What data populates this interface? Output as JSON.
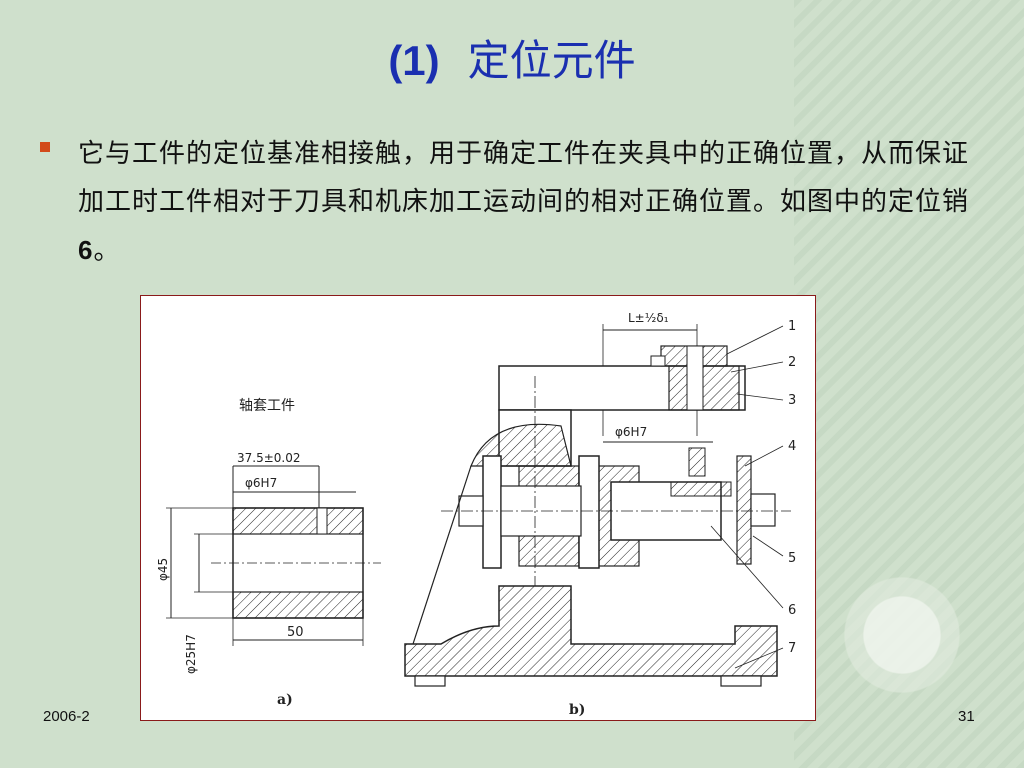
{
  "title": {
    "number": "(1)",
    "text": "定位元件"
  },
  "bullet": {
    "text_before": "它与工件的定位基准相接触，用于确定工件在夹具中的正确位置，从而保证加工时工件相对于刀具和机床加工运动间的相对正确位置。如图中的定位销",
    "bold_num": "6",
    "text_after": "。"
  },
  "figure": {
    "workpiece_label": "轴套工件",
    "dim_length_tol": "37.5±0.02",
    "dim_hole_fit": "φ6H7",
    "dim_outer_dia": "φ45",
    "dim_inner_dia": "φ25H7",
    "dim_length": "50",
    "caption_a": "a)",
    "caption_b": "b)",
    "dim_top": "L±⅟₂δ₁",
    "dim_pin": "φ6H7",
    "callouts": [
      "1",
      "2",
      "3",
      "4",
      "5",
      "6",
      "7"
    ]
  },
  "footer": {
    "date": "2006-2",
    "page": "31"
  },
  "colors": {
    "title": "#1a2fb0",
    "bullet": "#d24a1a",
    "background": "#cfe0cc",
    "frame": "#8a1a1a"
  }
}
